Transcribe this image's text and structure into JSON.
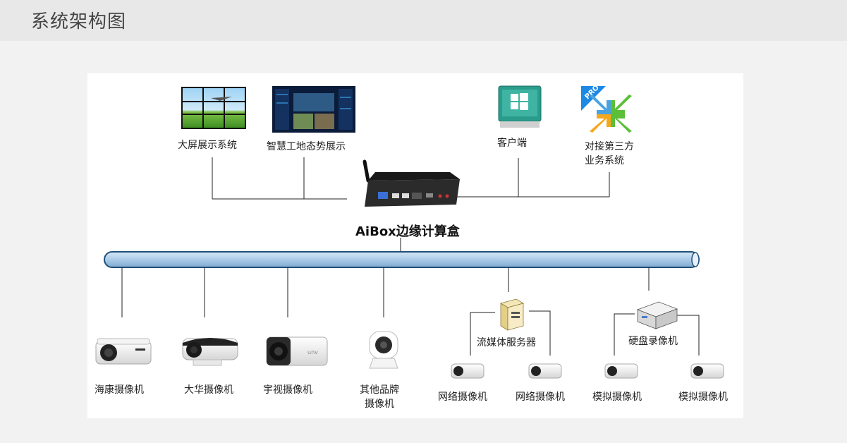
{
  "header": {
    "title": "系统架构图"
  },
  "top_nodes": {
    "big_screen": "大屏展示系统",
    "smart_site": "智慧工地态势展示",
    "client": "客户端",
    "third_party_line1": "对接第三方",
    "third_party_line2": "业务系统"
  },
  "center": {
    "aibox": "AiBox边缘计算盒"
  },
  "cameras": {
    "hikvision": "海康摄像机",
    "dahua": "大华摄像机",
    "uniview": "宇视摄像机",
    "other_line1": "其他品牌",
    "other_line2": "摄像机"
  },
  "servers": {
    "streaming": "流媒体服务器",
    "nvr": "硬盘录像机"
  },
  "sub_cameras": {
    "net1": "网络摄像机",
    "net2": "网络摄像机",
    "analog1": "模拟摄像机",
    "analog2": "模拟摄像机"
  },
  "icons": {
    "client": "windows-monitor-icon",
    "third_party": "pro-arrows-icon",
    "pro_badge": "PRO"
  },
  "colors": {
    "bus_fill": "#a9cbe8",
    "bus_stroke": "#1f4e79",
    "client_icon": "#2a9c8c",
    "arrow_blue": "#4aa3e0",
    "arrow_green": "#5cbf3a",
    "arrow_orange": "#f4a81d"
  }
}
